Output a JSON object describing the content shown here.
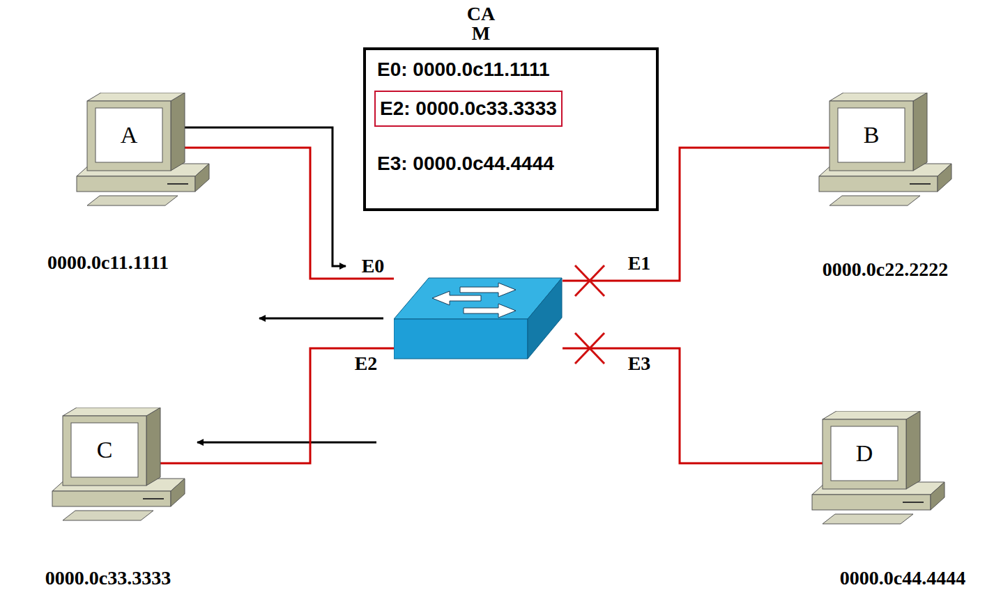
{
  "diagram": {
    "nodes": [
      {
        "text": [
          "CA M",
          "E0: 0000.0c11.1111",
          "E3: 0000.0c44.4444"
        ]
      },
      {
        "text": [
          "E2: 0000.0c33.3333"
        ],
        "in": 0
      },
      {
        "text": [
          "A",
          "0000.0c11.1111"
        ]
      },
      {
        "text": [
          "B",
          "0000.0c22.2222"
        ]
      },
      {
        "text": [
          "E0",
          "E1",
          "E2",
          "E3"
        ]
      },
      {
        "text": [
          "C",
          "0000.0c33.3333"
        ]
      },
      {
        "text": [
          "D",
          "0000.0c44.4444"
        ]
      }
    ],
    "edges": [
      {
        "from": 2,
        "to": 4,
        "arrow": "none"
      },
      {
        "from": 3,
        "to": 4,
        "arrow": "none"
      },
      {
        "from": 5,
        "to": 4,
        "arrow": "none"
      },
      {
        "from": 6,
        "to": 4,
        "arrow": "none"
      }
    ]
  }
}
